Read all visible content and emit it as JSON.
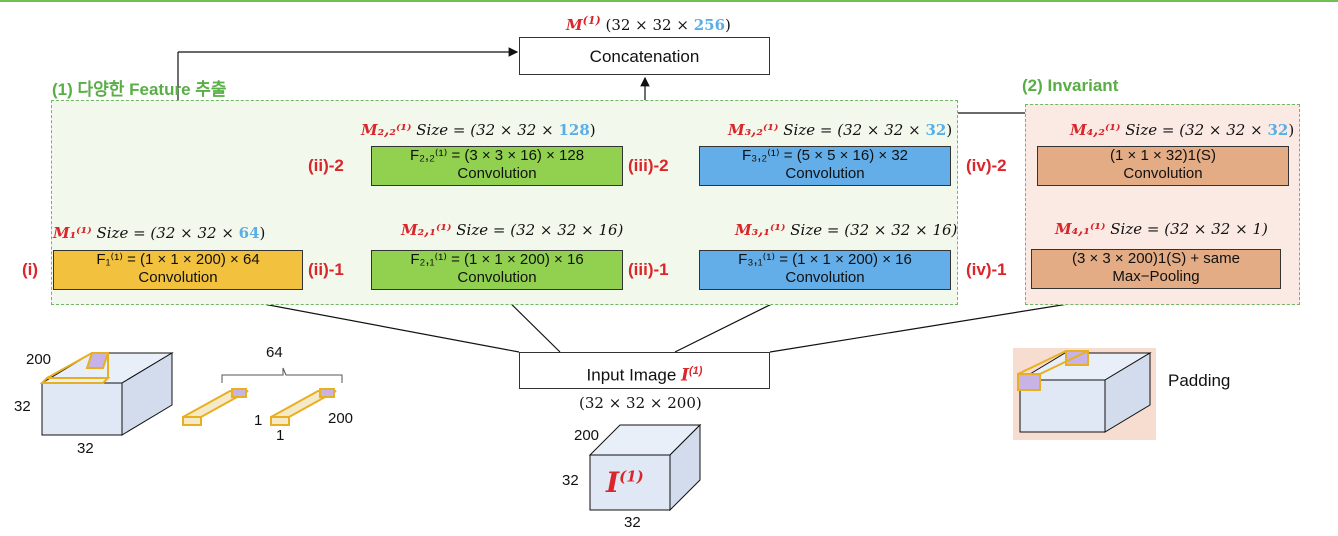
{
  "title_left": "(1) 다양한 Feature 추출",
  "title_right": "(2) Invariant",
  "concat": {
    "label": "Concatenation",
    "output_symbol": "M",
    "output_sup": "(1)",
    "output_size_open": "(32 × 32 × ",
    "output_size_value": "256",
    "output_size_close": ")"
  },
  "input": {
    "label": "Input Image",
    "symbol": "I",
    "sup": "(1)",
    "size": "(32 × 32 × 200)"
  },
  "tags": {
    "i": "(i)",
    "ii1": "(ii)-1",
    "ii2": "(ii)-2",
    "iii1": "(iii)-1",
    "iii2": "(iii)-2",
    "iv1": "(iv)-1",
    "iv2": "(iv)-2"
  },
  "boxes": {
    "b1": {
      "formula": "F₁⁽¹⁾ = (1 × 1 × 200) × 64",
      "label": "Convolution"
    },
    "b21": {
      "formula": "F₂,₁⁽¹⁾ = (1 × 1 × 200) × 16",
      "label": "Convolution"
    },
    "b22": {
      "formula": "F₂,₂⁽¹⁾ = (3 × 3 × 16) × 128",
      "label": "Convolution"
    },
    "b31": {
      "formula": "F₃,₁⁽¹⁾ = (1 × 1 × 200) × 16",
      "label": "Convolution"
    },
    "b32": {
      "formula": "F₃,₂⁽¹⁾ = (5 × 5 × 16) × 32",
      "label": "Convolution"
    },
    "b41": {
      "formula": "(3 × 3 × 200)1(S) + same",
      "label": "Max−Pooling"
    },
    "b42": {
      "formula": "(1 × 1 × 32)1(S)",
      "label": "Convolution"
    }
  },
  "sizes": {
    "m1": {
      "sym": "M₁⁽¹⁾",
      "text": "Size = (32 × 32 × ",
      "value": "64",
      "close": ")"
    },
    "m21": {
      "sym": "M₂,₁⁽¹⁾",
      "text": "Size = (32 × 32 × 16)",
      "value": "",
      "close": ""
    },
    "m22": {
      "sym": "M₂,₂⁽¹⁾",
      "text": "Size = (32 × 32 × ",
      "value": "128",
      "close": ")"
    },
    "m31": {
      "sym": "M₃,₁⁽¹⁾",
      "text": "Size = (32 × 32 × 16)",
      "value": "",
      "close": ""
    },
    "m32": {
      "sym": "M₃,₂⁽¹⁾",
      "text": "Size = (32 × 32 × ",
      "value": "32",
      "close": ")"
    },
    "m41": {
      "sym": "M₄,₁⁽¹⁾",
      "text": "Size = (32 × 32 × 1)",
      "value": "",
      "close": ""
    },
    "m42": {
      "sym": "M₄,₂⁽¹⁾",
      "text": "Size = (32 × 32 × ",
      "value": "32",
      "close": ")"
    }
  },
  "cubes": {
    "left_depth": "200",
    "left_height": "32",
    "left_width": "32",
    "filters_count": "64",
    "filter_1a": "1",
    "filter_1b": "1",
    "filter_200": "200",
    "input_depth": "200",
    "input_height": "32",
    "input_width": "32",
    "input_symbol": "I",
    "input_sup": "(1)",
    "padding_label": "Padding"
  }
}
